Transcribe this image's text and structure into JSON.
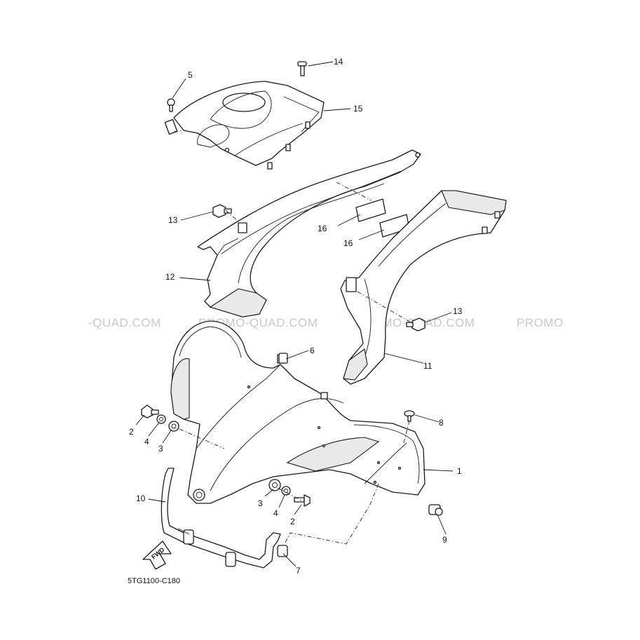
{
  "diagram": {
    "code": "5TG1100-C180",
    "fwd_label": "FWD",
    "watermarks": [
      "-QUAD.COM",
      "PROMO-QUAD.COM",
      "PROMO-QUAD.COM",
      "PROMO"
    ],
    "callouts": {
      "c1": "1",
      "c2a": "2",
      "c2b": "2",
      "c3a": "3",
      "c3b": "3",
      "c4a": "4",
      "c4b": "4",
      "c5": "5",
      "c6": "6",
      "c7": "7",
      "c8": "8",
      "c9": "9",
      "c10": "10",
      "c11": "11",
      "c12": "12",
      "c13a": "13",
      "c13b": "13",
      "c14": "14",
      "c15": "15",
      "c16a": "16",
      "c16b": "16"
    }
  }
}
